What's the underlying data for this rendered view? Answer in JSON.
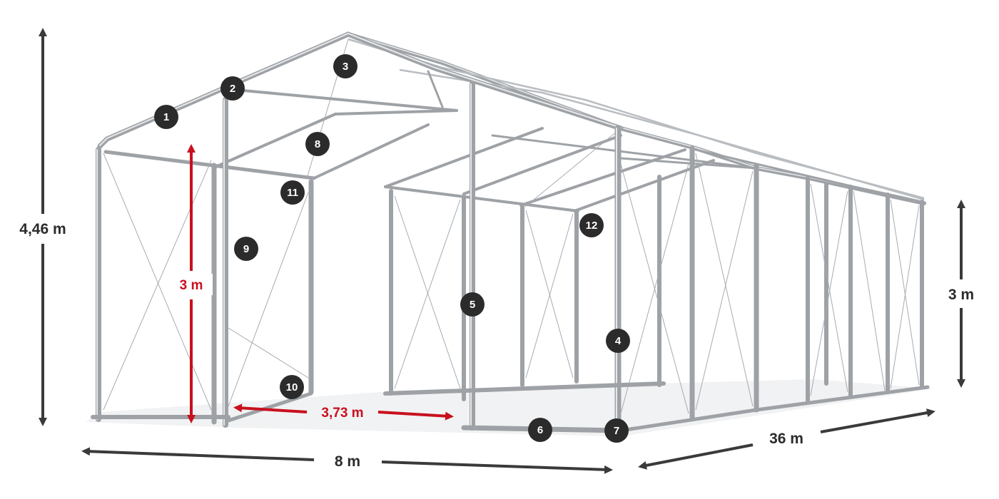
{
  "dimensions": {
    "total_height": "4,46 m",
    "side_height": "3 m",
    "inner_height": "3 m",
    "bay_spacing": "3,73 m",
    "width": "8 m",
    "length": "36 m"
  },
  "callouts": [
    "1",
    "2",
    "3",
    "4",
    "5",
    "6",
    "7",
    "8",
    "9",
    "10",
    "11",
    "12"
  ],
  "colors": {
    "frame": "#9ea2a6",
    "badge": "#2b2b2b",
    "dimension_black": "#3a3a3a",
    "dimension_red": "#c8101e"
  }
}
